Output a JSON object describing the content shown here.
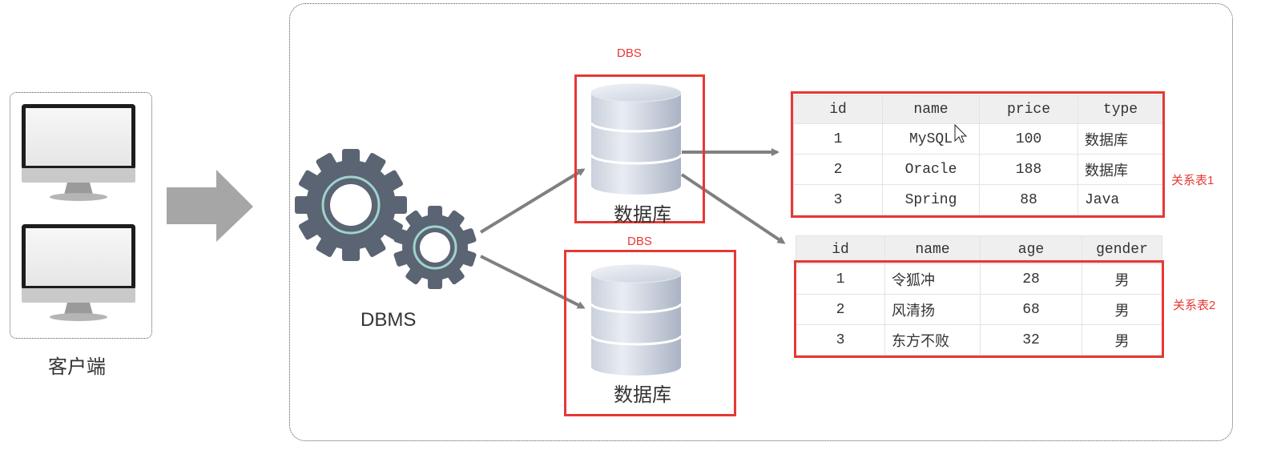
{
  "client": {
    "label": "客户端"
  },
  "dbms": {
    "label": "DBMS"
  },
  "databases": [
    {
      "top_label": "DBS",
      "name": "数据库"
    },
    {
      "top_label": "DBS",
      "name": "数据库"
    }
  ],
  "table1": {
    "label": "关系表1",
    "headers": [
      "id",
      "name",
      "price",
      "type"
    ],
    "rows": [
      [
        "1",
        "MySQL",
        "100",
        "数据库"
      ],
      [
        "2",
        "Oracle",
        "188",
        "数据库"
      ],
      [
        "3",
        "Spring",
        "88",
        "Java"
      ]
    ]
  },
  "table2": {
    "label": "关系表2",
    "headers": [
      "id",
      "name",
      "age",
      "gender"
    ],
    "rows": [
      [
        "1",
        "令狐冲",
        "28",
        "男"
      ],
      [
        "2",
        "风清扬",
        "68",
        "男"
      ],
      [
        "3",
        "东方不败",
        "32",
        "男"
      ]
    ]
  }
}
